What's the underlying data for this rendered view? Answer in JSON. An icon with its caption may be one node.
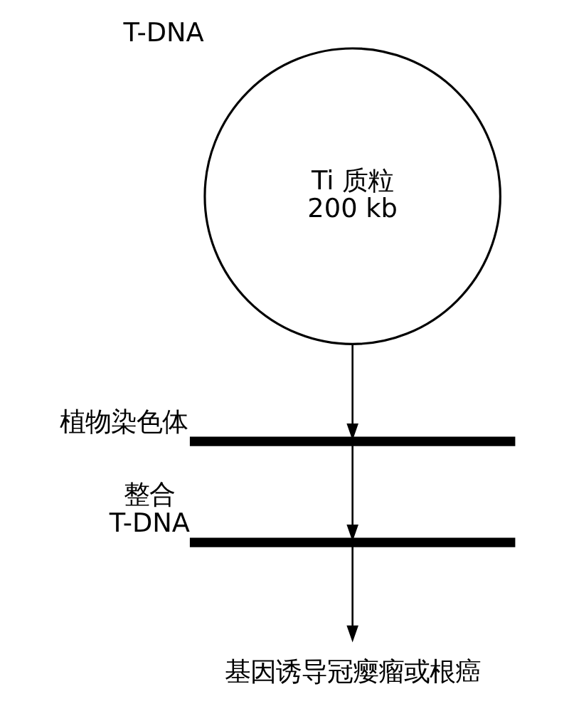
{
  "diagram": {
    "nodes": [
      {
        "text": [
          "Ti 质粒",
          "200 kb"
        ],
        "beside": [
          "T-DNA"
        ]
      },
      {
        "text": [],
        "shape": "bar",
        "beside": [
          "植物染色体"
        ]
      },
      {
        "text": [],
        "shape": "bar",
        "beside": [
          "整合",
          "T-DNA"
        ]
      },
      {
        "text": [
          "基因诱导冠瘿瘤或根癌"
        ]
      }
    ],
    "edges": [
      {
        "from": 0,
        "to": 1,
        "arrow": "to"
      },
      {
        "from": 1,
        "to": 2,
        "arrow": "to"
      },
      {
        "from": 2,
        "to": 3,
        "arrow": "to"
      }
    ]
  }
}
